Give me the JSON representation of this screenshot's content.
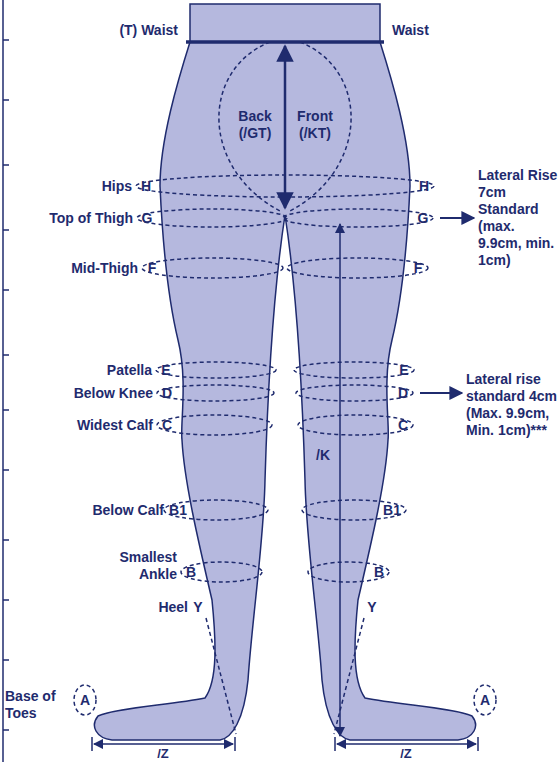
{
  "diagram": {
    "labels": [
      "(T) Waist",
      "Waist",
      "Back (/GT)",
      "Front (/KT)",
      "Hips",
      "H",
      "H",
      "Lateral Rise 7cm Standard (max. 9.9cm, min. 1cm)",
      "Top of Thigh",
      "G",
      "G",
      "Mid-Thigh",
      "F",
      "F",
      "/K",
      "Patella",
      "E",
      "E",
      "Below Knee",
      "D",
      "D",
      "Widest Calf",
      "C",
      "C",
      "Lateral rise standard 4cm (Max. 9.9cm, Min. 1cm)***",
      "Below Calf",
      "B1",
      "B1",
      "Smallest Ankle",
      "B",
      "B",
      "Heel",
      "Y",
      "Y",
      "Base of Toes",
      "A",
      "A",
      "/Z",
      "/Z"
    ]
  }
}
